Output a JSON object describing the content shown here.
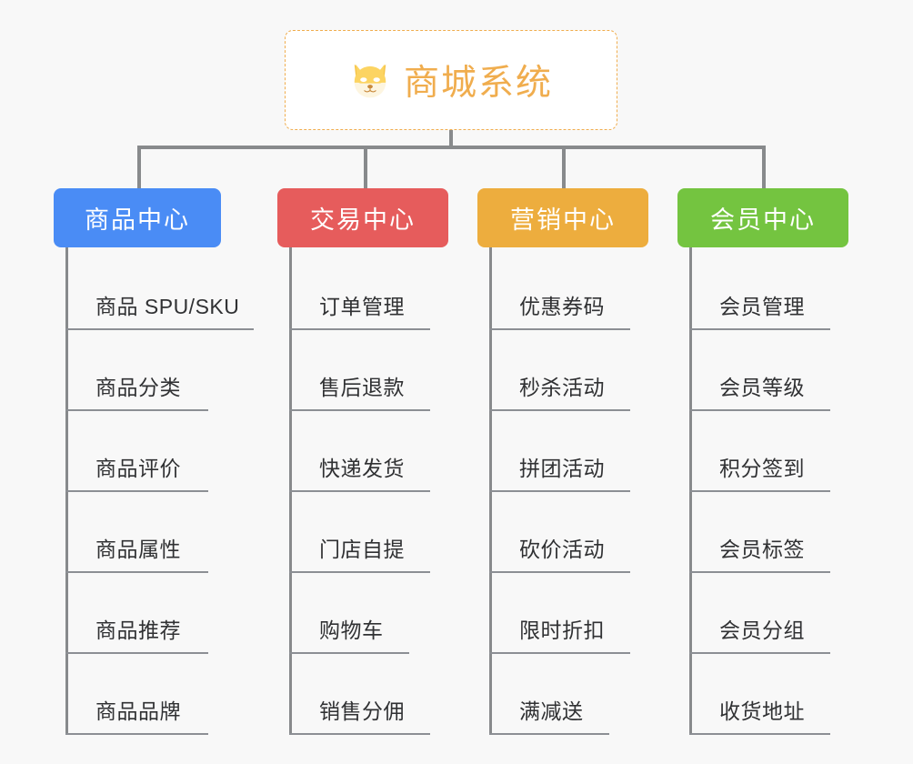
{
  "page": {
    "background_color": "#f8f8f8",
    "title": "商城系统"
  },
  "root": {
    "label": "商城系统",
    "icon": "shiba-dog-emoji",
    "text_color": "#f0ad4e",
    "border_color": "#f0ad4e",
    "background_color": "#ffffff"
  },
  "connector_color": "#888a8c",
  "branches": [
    {
      "label": "商品中心",
      "color": "#4a8cf5",
      "items": [
        "商品 SPU/SKU",
        "商品分类",
        "商品评价",
        "商品属性",
        "商品推荐",
        "商品品牌"
      ]
    },
    {
      "label": "交易中心",
      "color": "#e65c5c",
      "items": [
        "订单管理",
        "售后退款",
        "快递发货",
        "门店自提",
        "购物车",
        "销售分佣"
      ]
    },
    {
      "label": "营销中心",
      "color": "#edad3e",
      "items": [
        "优惠券码",
        "秒杀活动",
        "拼团活动",
        "砍价活动",
        "限时折扣",
        "满减送"
      ]
    },
    {
      "label": "会员中心",
      "color": "#74c440",
      "items": [
        "会员管理",
        "会员等级",
        "积分签到",
        "会员标签",
        "会员分组",
        "收货地址"
      ]
    }
  ]
}
